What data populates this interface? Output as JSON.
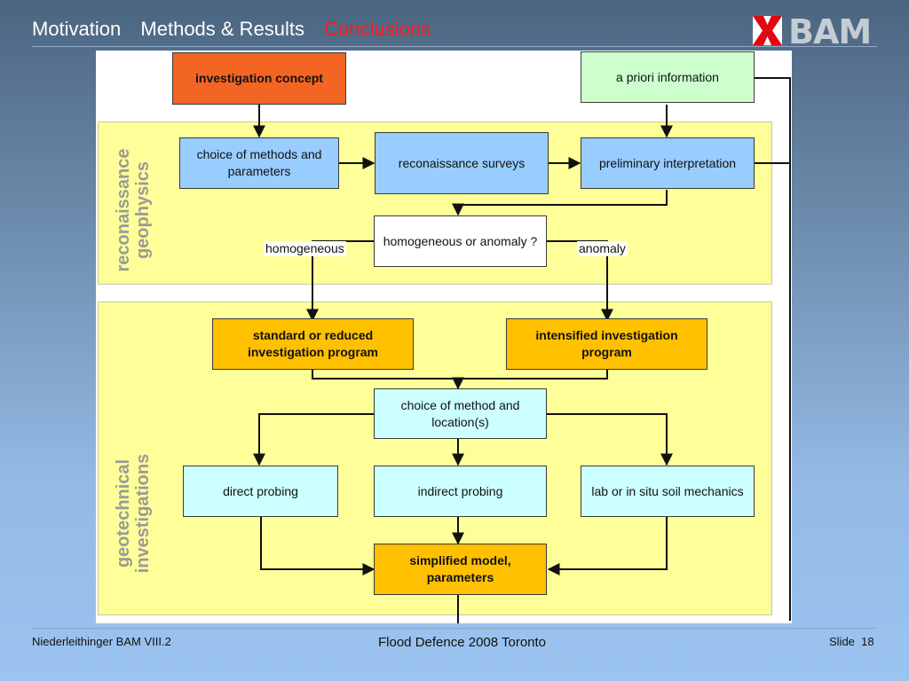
{
  "nav": {
    "items": [
      "Motivation",
      "Methods & Results",
      "Conclusions"
    ]
  },
  "logo": {
    "text": "BAM"
  },
  "diagram": {
    "bands": {
      "recon": [
        "reconaissance",
        "geophysics"
      ],
      "geotech": [
        "geotechnical",
        "investigations"
      ]
    },
    "nodes": {
      "investigation_concept": "investigation concept",
      "a_priori": "a priori information",
      "choice_methods": "choice of methods and parameters",
      "recon_surveys": "reconaissance surveys",
      "prelim_interp": "preliminary interpretation",
      "homog_question": "homogeneous or anomaly ?",
      "standard_program": "standard or reduced investigation program",
      "intensified_program": "intensified investigation program",
      "choice_method_location": "choice of method and location(s)",
      "direct_probing": "direct probing",
      "indirect_probing": "indirect probing",
      "lab_insitu": "lab or in situ soil mechanics",
      "simplified_model": "simplified model, parameters"
    },
    "edge_labels": {
      "homogeneous": "homogeneous",
      "anomaly": "anomaly"
    }
  },
  "footer": {
    "author": "Niederleithinger BAM VIII.2",
    "event": "Flood Defence 2008 Toronto",
    "slide_label": "Slide",
    "slide_number": "18"
  },
  "colors": {
    "conclusions_active": "#ff1a1a",
    "band_fill": "#ffff99",
    "investigation_concept": "#f26522",
    "a_priori": "#ccffcc",
    "geophysics_boxes": "#99ccff",
    "program_boxes": "#ffc000",
    "geotech_boxes": "#ccffff"
  }
}
